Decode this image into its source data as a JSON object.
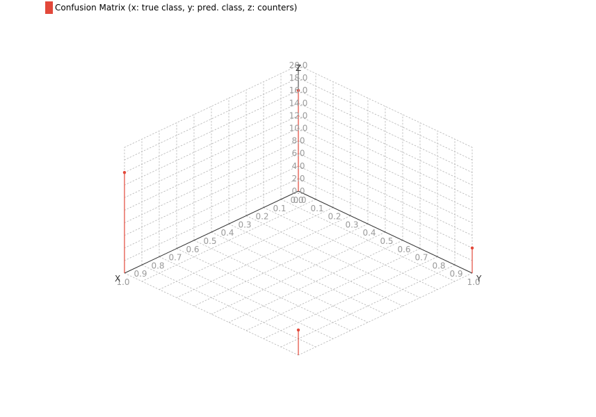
{
  "chart_data": {
    "type": "bar3d",
    "title": "",
    "legend": {
      "position": "top-left",
      "entries": [
        {
          "label": "Confusion Matrix (x: true class,  y: pred. class,  z: counters)",
          "color": "#e2483a"
        }
      ]
    },
    "axes": {
      "x": {
        "label": "X",
        "range": [
          0,
          1
        ],
        "ticks": [
          "0.0",
          "0.1",
          "0.2",
          "0.3",
          "0.4",
          "0.5",
          "0.6",
          "0.7",
          "0.8",
          "0.9",
          "1.0"
        ]
      },
      "y": {
        "label": "Y",
        "range": [
          0,
          1
        ],
        "ticks": [
          "0.0",
          "0.1",
          "0.2",
          "0.3",
          "0.4",
          "0.5",
          "0.6",
          "0.7",
          "0.8",
          "0.9",
          "1.0"
        ]
      },
      "z": {
        "label": "Z",
        "range": [
          0,
          20
        ],
        "ticks": [
          "0.0",
          "2.0",
          "4.0",
          "6.0",
          "8.0",
          "10.0",
          "12.0",
          "14.0",
          "16.0",
          "18.0",
          "20.0"
        ]
      }
    },
    "grid": true,
    "points": [
      {
        "x": 0,
        "y": 0,
        "z": 16
      },
      {
        "x": 1,
        "y": 0,
        "z": 16
      },
      {
        "x": 0,
        "y": 1,
        "z": 4
      },
      {
        "x": 1,
        "y": 1,
        "z": 4
      }
    ],
    "series_color": "#e2483a",
    "grid_color": "#b5b5b5",
    "axis_color": "#333333",
    "tick_color": "#9a9a9a"
  }
}
